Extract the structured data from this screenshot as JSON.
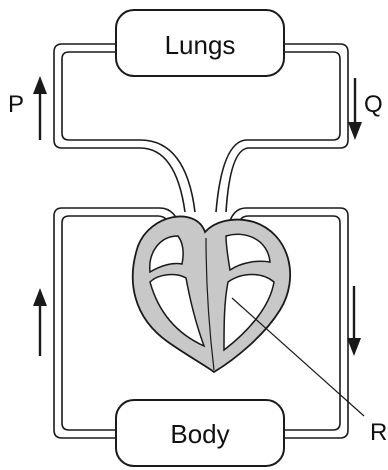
{
  "diagram": {
    "organ_top": "Lungs",
    "organ_bottom": "Body",
    "label_p": "P",
    "label_q": "Q",
    "label_r": "R"
  },
  "colors": {
    "outline": "#1a1a1a",
    "heart_fill": "#c8c8c8",
    "background": "#ffffff"
  },
  "icons": [
    "arrow-up-icon",
    "arrow-down-icon"
  ]
}
